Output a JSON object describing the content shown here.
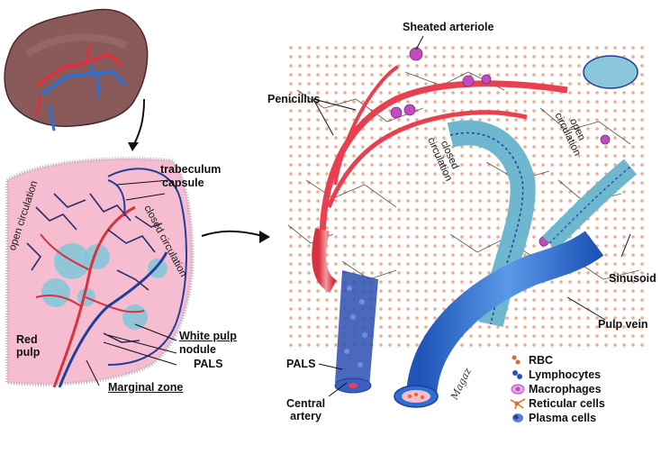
{
  "labels": {
    "trabeculum": "trabeculum",
    "capsule": "capsule",
    "open_circulation_left": "open circulation",
    "closed_circulation_left": "closed circulation",
    "red_pulp": "Red\npulp",
    "white_pulp": "White pulp",
    "nodule": "nodule",
    "pals_left": "PALS",
    "marginal_zone": "Marginal zone",
    "sheathed_arteriole": "Sheated arteriole",
    "penicillus": "Penicillus",
    "open_circulation_right": "open\ncirculation",
    "closed_circulation_right": "closed\ncirculation",
    "sinusoid": "Sinusoid",
    "pulp_vein": "Pulp vein",
    "pals_right": "PALS",
    "central_artery": "Central\nartery",
    "signature": "Magaz"
  },
  "legend": [
    {
      "label": "RBC",
      "icon": "rbc-icon",
      "color": "#e0662f"
    },
    {
      "label": "Lymphocytes",
      "icon": "lymphocyte-icon",
      "color": "#2a4fb0"
    },
    {
      "label": "Macrophages",
      "icon": "macrophage-icon",
      "color": "#c24bc2"
    },
    {
      "label": "Reticular cells",
      "icon": "reticular-cell-icon",
      "color": "#d9742e"
    },
    {
      "label": "Plasma cells",
      "icon": "plasma-cell-icon",
      "color": "#1f3f9a"
    }
  ],
  "colors": {
    "artery": "#e8404f",
    "vein": "#2f6fd0",
    "red_pulp_tissue": "#f6bcd0",
    "white_pulp_nodule": "#7ec8d8",
    "lymphocyte": "#2a4fb0",
    "rbc": "#e0662f"
  }
}
